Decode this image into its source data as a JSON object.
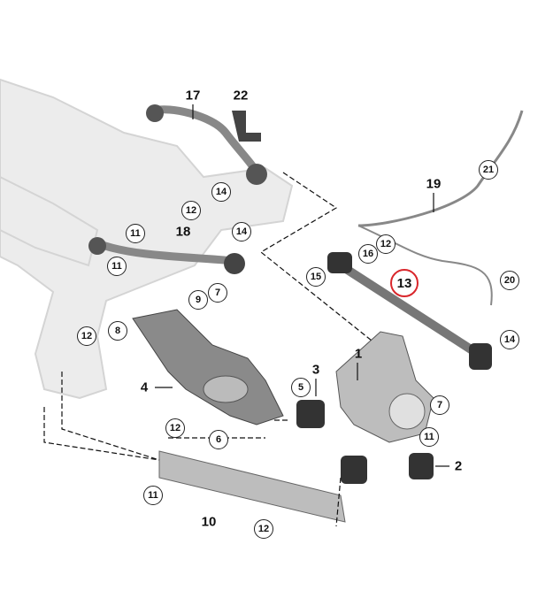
{
  "diagram": {
    "title_labels": {
      "p17": "17",
      "p22": "22",
      "p18": "18",
      "p3": "3",
      "p1": "1",
      "p4": "4",
      "p19": "19",
      "p10": "10",
      "p2": "2"
    },
    "callouts": {
      "c14a": "14",
      "c12a": "12",
      "c11a": "11",
      "c14b": "14",
      "c11b": "11",
      "c12b": "12",
      "c8": "8",
      "c9": "9",
      "c7a": "7",
      "c5": "5",
      "c6": "6",
      "c12c": "12",
      "c11c": "11",
      "c12d": "12",
      "c11d": "11",
      "c7b": "7",
      "c14c": "14",
      "c15": "15",
      "c16": "16",
      "c12e": "12",
      "c21": "21",
      "c20": "20",
      "c13": "13"
    },
    "highlight_color": "#d9262b"
  }
}
